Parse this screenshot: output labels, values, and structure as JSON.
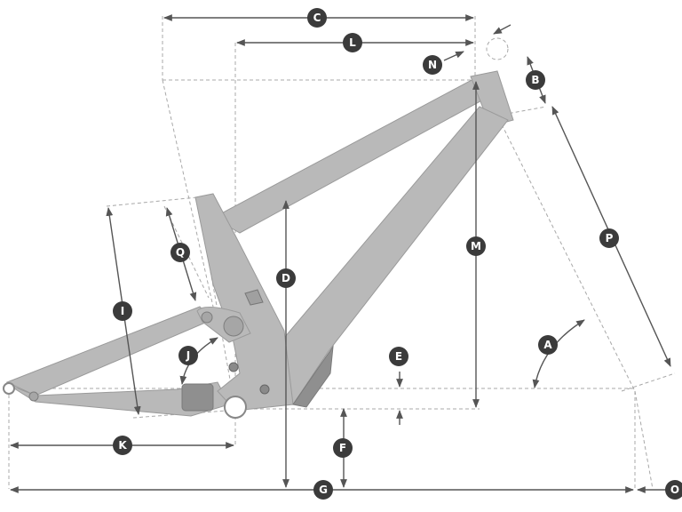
{
  "diagram": {
    "title": "Frame geometry",
    "labels": [
      "A",
      "B",
      "C",
      "D",
      "E",
      "F",
      "G",
      "I",
      "J",
      "K",
      "L",
      "M",
      "N",
      "O",
      "P",
      "Q"
    ]
  },
  "colors": {
    "badge": "#3b3b3b",
    "frame": "#b9b9b9",
    "dimension": "#555555",
    "guide": "#a8a8a8"
  }
}
